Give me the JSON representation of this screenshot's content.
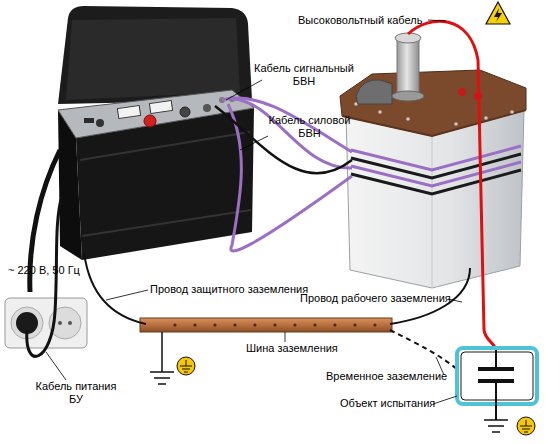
{
  "diagram": {
    "labels": [
      "Высоковольтный кабель",
      "Кабель сигнальный БВН",
      "Кабель силовой БВН",
      "~ 220 В, 50 Гц",
      "Провод защитного заземления",
      "Провод рабочего заземления",
      "Шина заземления",
      "Временное заземление",
      "Объект испытания",
      "Кабель питания БУ"
    ]
  }
}
